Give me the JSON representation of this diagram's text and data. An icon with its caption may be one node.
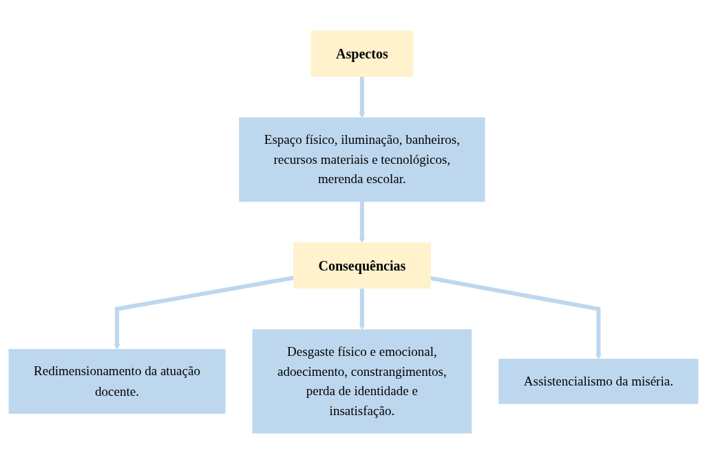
{
  "diagram": {
    "nodes": [
      {
        "text": [
          "Aspectos"
        ]
      },
      {
        "text": [
          "Espaço físico, iluminação, banheiros, recursos materiais e tecnológicos, merenda escolar."
        ]
      },
      {
        "text": [
          "Consequências"
        ]
      },
      {
        "text": [
          "Redimensionamento da atuação docente."
        ]
      },
      {
        "text": [
          "Desgaste físico e emocional, adoecimento, constrangimentos, perda de identidade e insatisfação."
        ]
      },
      {
        "text": [
          "Assistencialismo da miséria."
        ]
      }
    ],
    "edges": [
      {
        "from": 0,
        "to": 1,
        "arrow": "to"
      },
      {
        "from": 1,
        "to": 2,
        "arrow": "to"
      },
      {
        "from": 2,
        "to": 3,
        "arrow": "to"
      },
      {
        "from": 2,
        "to": 4,
        "arrow": "to"
      },
      {
        "from": 2,
        "to": 5,
        "arrow": "to"
      }
    ]
  }
}
